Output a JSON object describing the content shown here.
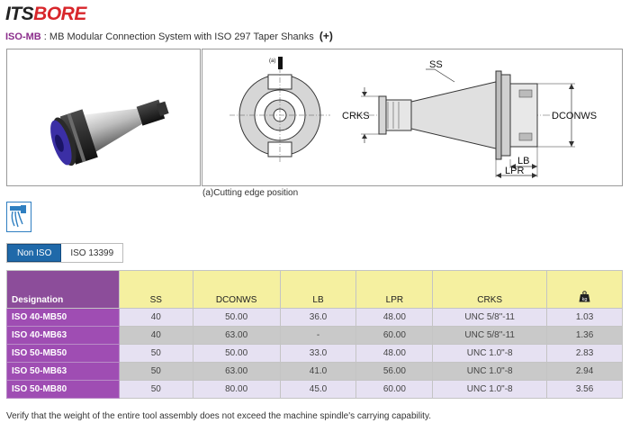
{
  "brand": {
    "part1": "ITS",
    "part2": "BORE"
  },
  "subtitle": {
    "code": "ISO-MB",
    "text": " : MB Modular Connection System with ISO 297 Taper Shanks",
    "plus": "(+)"
  },
  "diagram": {
    "label_a": "(a)",
    "ss": "SS",
    "crks": "CRKS",
    "dconws": "DCONWS",
    "lb": "LB",
    "lpr": "LPR"
  },
  "caption": "(a)Cutting edge position",
  "tabs": [
    {
      "label": "Non ISO",
      "active": true
    },
    {
      "label": "ISO 13399",
      "active": false
    }
  ],
  "table": {
    "headers": [
      "Designation",
      "SS",
      "DCONWS",
      "LB",
      "LPR",
      "CRKS"
    ],
    "weight_icon_label": "kg",
    "rows": [
      [
        "ISO 40-MB50",
        "40",
        "50.00",
        "36.0",
        "48.00",
        "UNC 5/8\"-11",
        "1.03"
      ],
      [
        "ISO 40-MB63",
        "40",
        "63.00",
        "-",
        "60.00",
        "UNC 5/8\"-11",
        "1.36"
      ],
      [
        "ISO 50-MB50",
        "50",
        "50.00",
        "33.0",
        "48.00",
        "UNC 1.0\"-8",
        "2.83"
      ],
      [
        "ISO 50-MB63",
        "50",
        "63.00",
        "41.0",
        "56.00",
        "UNC 1.0\"-8",
        "2.94"
      ],
      [
        "ISO 50-MB80",
        "50",
        "80.00",
        "45.0",
        "60.00",
        "UNC 1.0\"-8",
        "3.56"
      ]
    ]
  },
  "note": "Verify that the weight of the entire tool assembly does not exceed the machine spindle's carrying capability.",
  "colors": {
    "brand_red": "#d8262b",
    "purple": "#9f4db3",
    "header_yellow": "#f5f0a0",
    "tab_blue": "#1f69a9"
  }
}
